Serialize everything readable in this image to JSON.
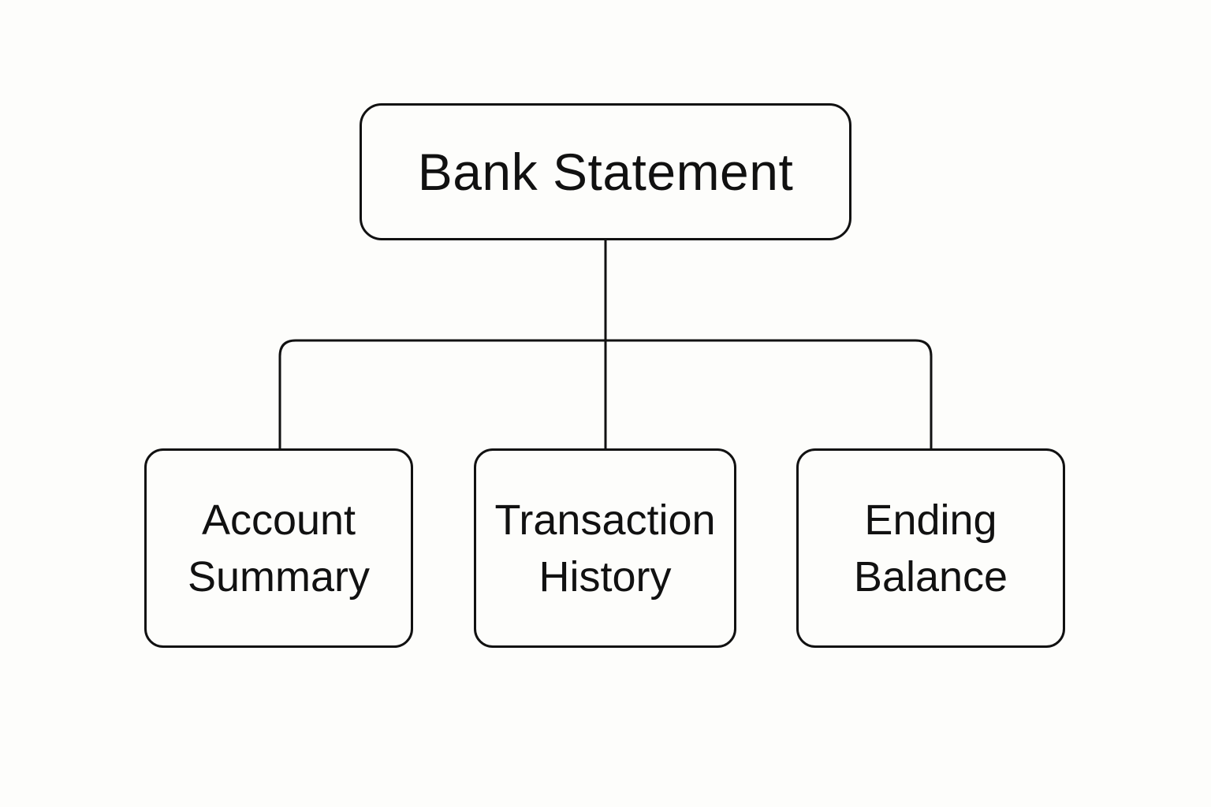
{
  "diagram": {
    "root": {
      "label": "Bank Statement"
    },
    "children": [
      {
        "line1": "Account",
        "line2": "Summary"
      },
      {
        "line1": "Transaction",
        "line2": "History"
      },
      {
        "line1": "Ending",
        "line2": "Balance"
      }
    ],
    "colors": {
      "background": "#fdfdfb",
      "stroke": "#111111",
      "text": "#111111"
    }
  }
}
